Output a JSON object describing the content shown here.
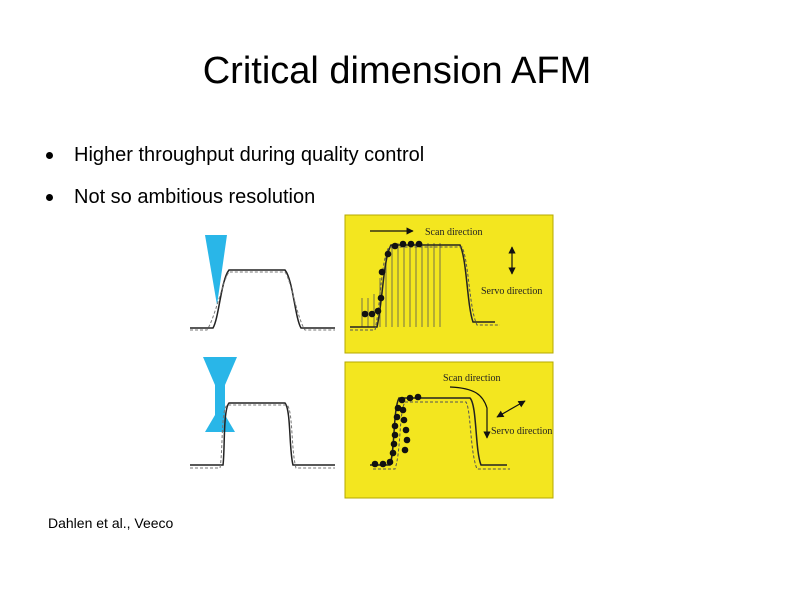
{
  "slide": {
    "title": "Critical dimension AFM",
    "bullets": [
      "Higher throughput during quality control",
      "Not so ambitious resolution"
    ],
    "credit": "Dahlen et al., Veeco"
  },
  "figure": {
    "top_panel": {
      "scan_label": "Scan direction",
      "servo_label": "Servo direction"
    },
    "bottom_panel": {
      "scan_label": "Scan direction",
      "servo_label": "Servo direction"
    },
    "colors": {
      "panel_bg": "#f3e61f",
      "tip": "#29b6e8",
      "dots": "#111111"
    }
  }
}
